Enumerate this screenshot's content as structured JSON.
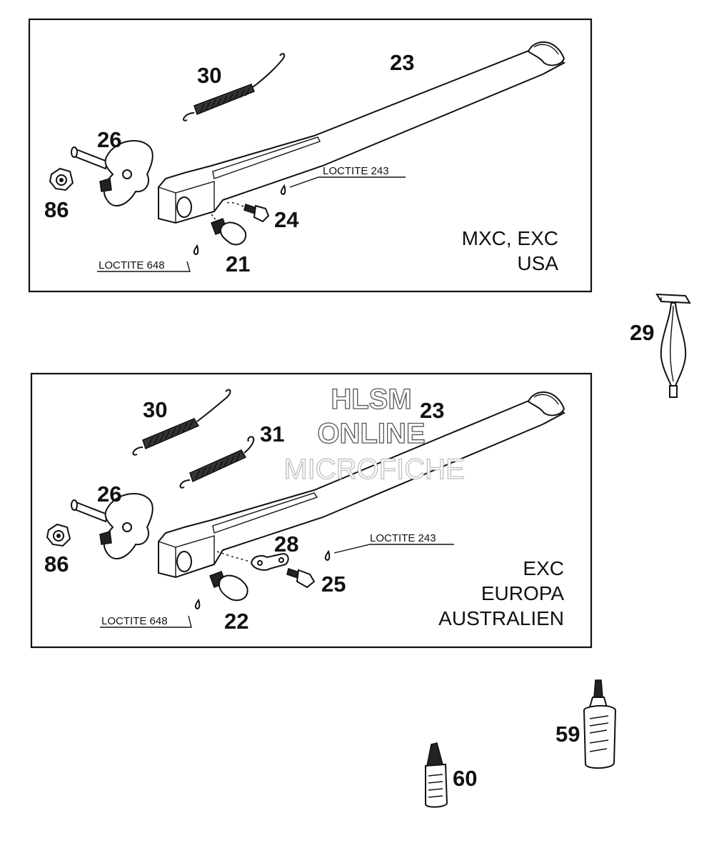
{
  "panels": [
    {
      "variant_lines": [
        "MXC, EXC",
        "USA"
      ],
      "loctite_upper": "LOCTITE 243",
      "loctite_lower": "LOCTITE 648",
      "parts": {
        "spring_a": "30",
        "stand": "23",
        "pivot_bolt": "26",
        "nut": "86",
        "screw": "24",
        "foot": "21"
      }
    },
    {
      "variant_lines": [
        "EXC",
        "EUROPA",
        "AUSTRALIEN"
      ],
      "loctite_upper": "LOCTITE 243",
      "loctite_lower": "LOCTITE 648",
      "parts": {
        "spring_a": "30",
        "spring_b": "31",
        "stand": "23",
        "pivot_bolt": "26",
        "nut": "86",
        "plate": "28",
        "screw": "25",
        "foot": "22"
      }
    }
  ],
  "standalone_parts": {
    "tool": "29",
    "bottle_large": "59",
    "bottle_small": "60"
  },
  "watermark": {
    "line1": "HLSM",
    "line2": "ONLINE",
    "line3": "MICROFICHE"
  }
}
